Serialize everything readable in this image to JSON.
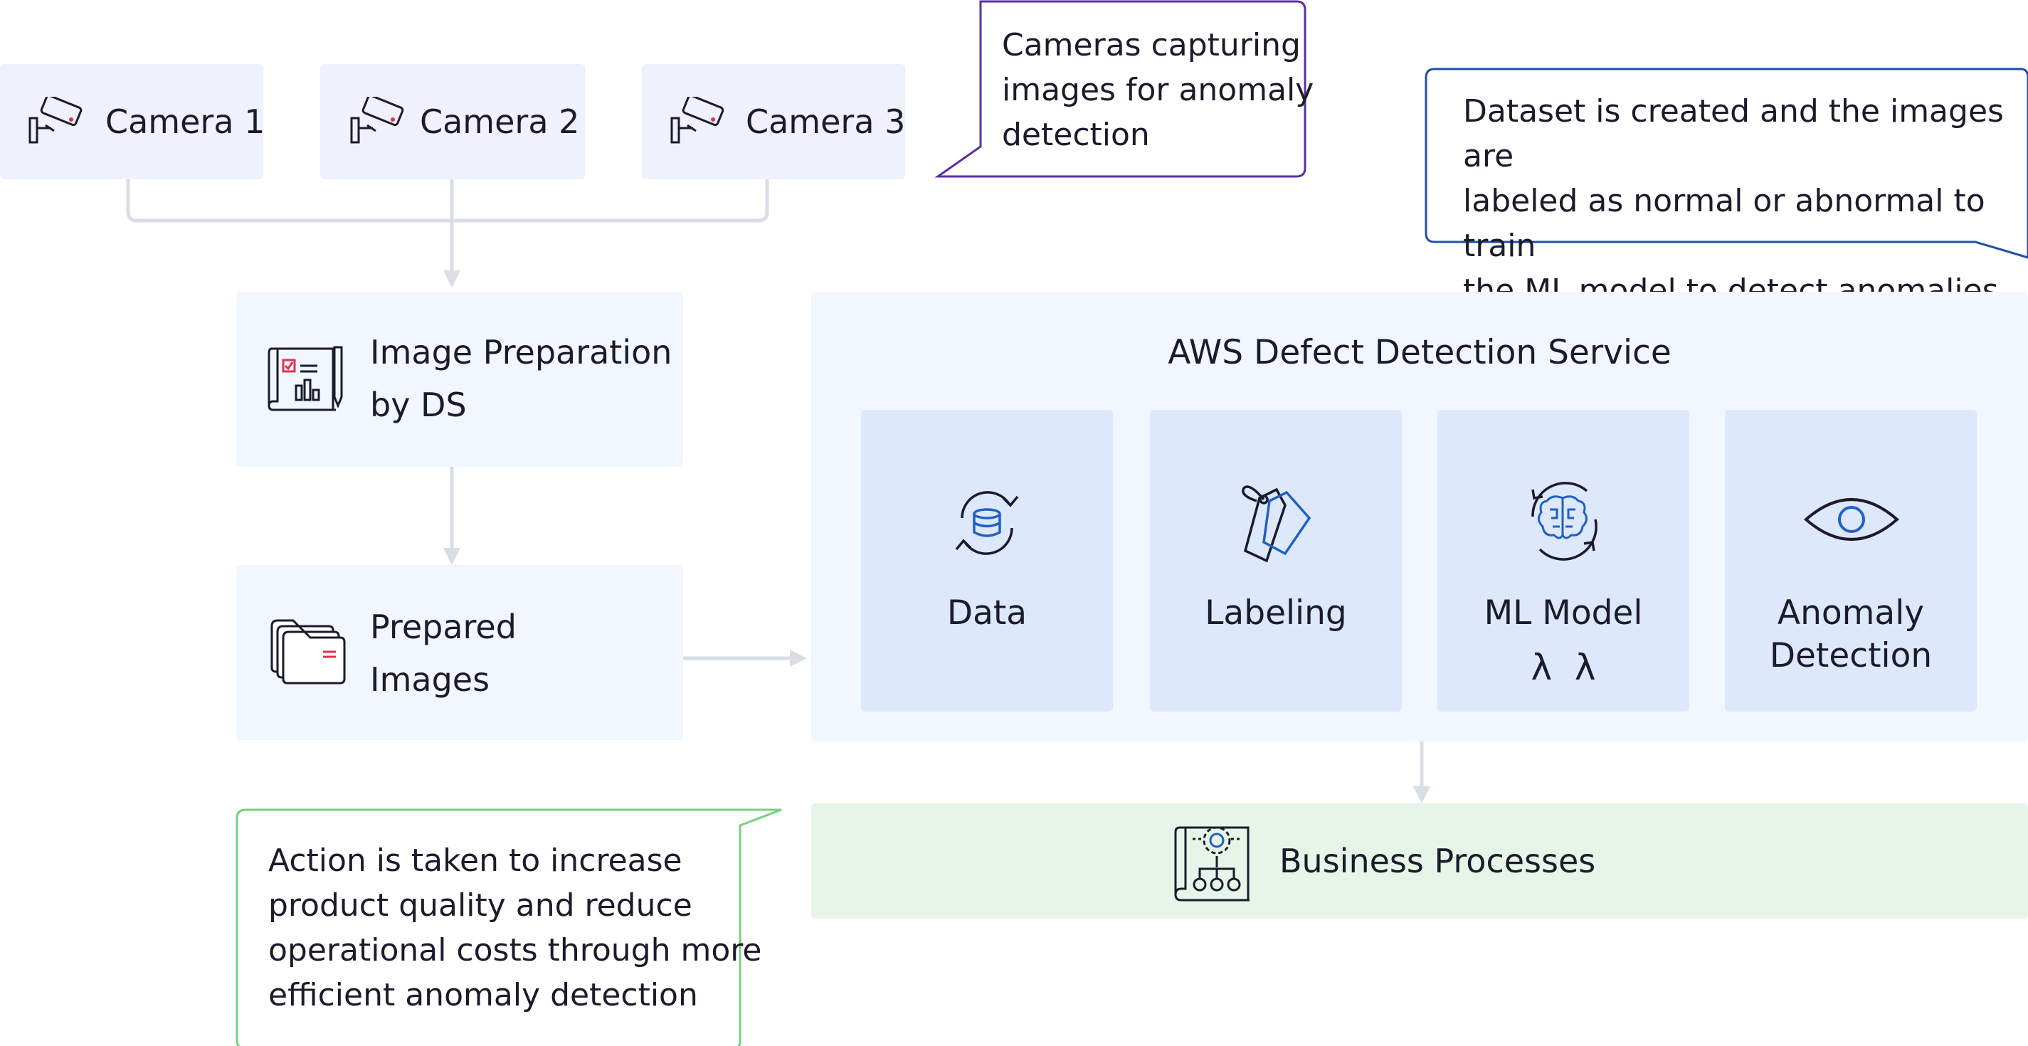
{
  "cameras": [
    {
      "label": "Camera 1"
    },
    {
      "label": "Camera 2"
    },
    {
      "label": "Camera 3"
    }
  ],
  "callouts": {
    "cameras": [
      "Cameras capturing",
      "images for anomaly",
      "detection"
    ],
    "dataset": [
      "Dataset is created and the images are",
      "labeled as normal or abnormal to train",
      "the ML model to detect anomalies"
    ],
    "action": [
      "Action is taken to increase",
      "product quality and reduce",
      "operational costs through more",
      "efficient anomaly detection"
    ]
  },
  "stages": {
    "image_prep": [
      "Image Preparation",
      "by DS"
    ],
    "prepared": [
      "Prepared",
      "Images"
    ]
  },
  "service": {
    "title": "AWS Defect Detection Service",
    "cards": [
      {
        "label": [
          "Data"
        ]
      },
      {
        "label": [
          "Labeling"
        ]
      },
      {
        "label": [
          "ML Model"
        ],
        "sub": "λ  λ"
      },
      {
        "label": [
          "Anomaly",
          "Detection"
        ]
      }
    ]
  },
  "business": {
    "label": "Business Processes"
  },
  "colors": {
    "camera_box": "#eff1fd",
    "stage_box": "#f2f6fe",
    "service_card": "#dde8fb",
    "business_box": "#e6f5e8",
    "callout_cameras_border": "#5b2ea6",
    "callout_dataset_border": "#1f4fa8",
    "callout_action_border": "#78cf80",
    "connector": "#d9dde6",
    "icon_accent_red": "#e0324b",
    "icon_accent_blue": "#2160c4"
  },
  "icons": [
    "security-camera-icon",
    "blueprint-chart-icon",
    "folders-icon",
    "database-sync-icon",
    "tag-icon",
    "brain-cycle-icon",
    "eye-icon",
    "process-blueprint-icon"
  ]
}
